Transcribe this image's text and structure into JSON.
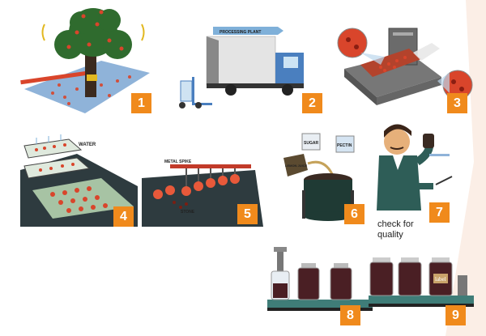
{
  "steps": [
    {
      "number": "1"
    },
    {
      "number": "2",
      "truck_label": "PROCESSING PLANT"
    },
    {
      "number": "3"
    },
    {
      "number": "4",
      "label": "WATER"
    },
    {
      "number": "5",
      "label_top": "METAL SPIKE",
      "label_bottom": "STONE"
    },
    {
      "number": "6",
      "bag_a": "SUGAR",
      "bag_b": "PECTIN",
      "bag_c": "LEMON JUICE"
    },
    {
      "number": "7",
      "caption": "check for quality"
    },
    {
      "number": "8"
    },
    {
      "number": "9",
      "jar_label": "label"
    }
  ],
  "colors": {
    "badge": "#f08a1c",
    "ground": "#8fb3d9",
    "machine": "#6b6b6b",
    "fruit": "#d9452b",
    "jam": "#4a1f24",
    "shirt": "#2e5d57",
    "belt": "#3f7d78"
  }
}
